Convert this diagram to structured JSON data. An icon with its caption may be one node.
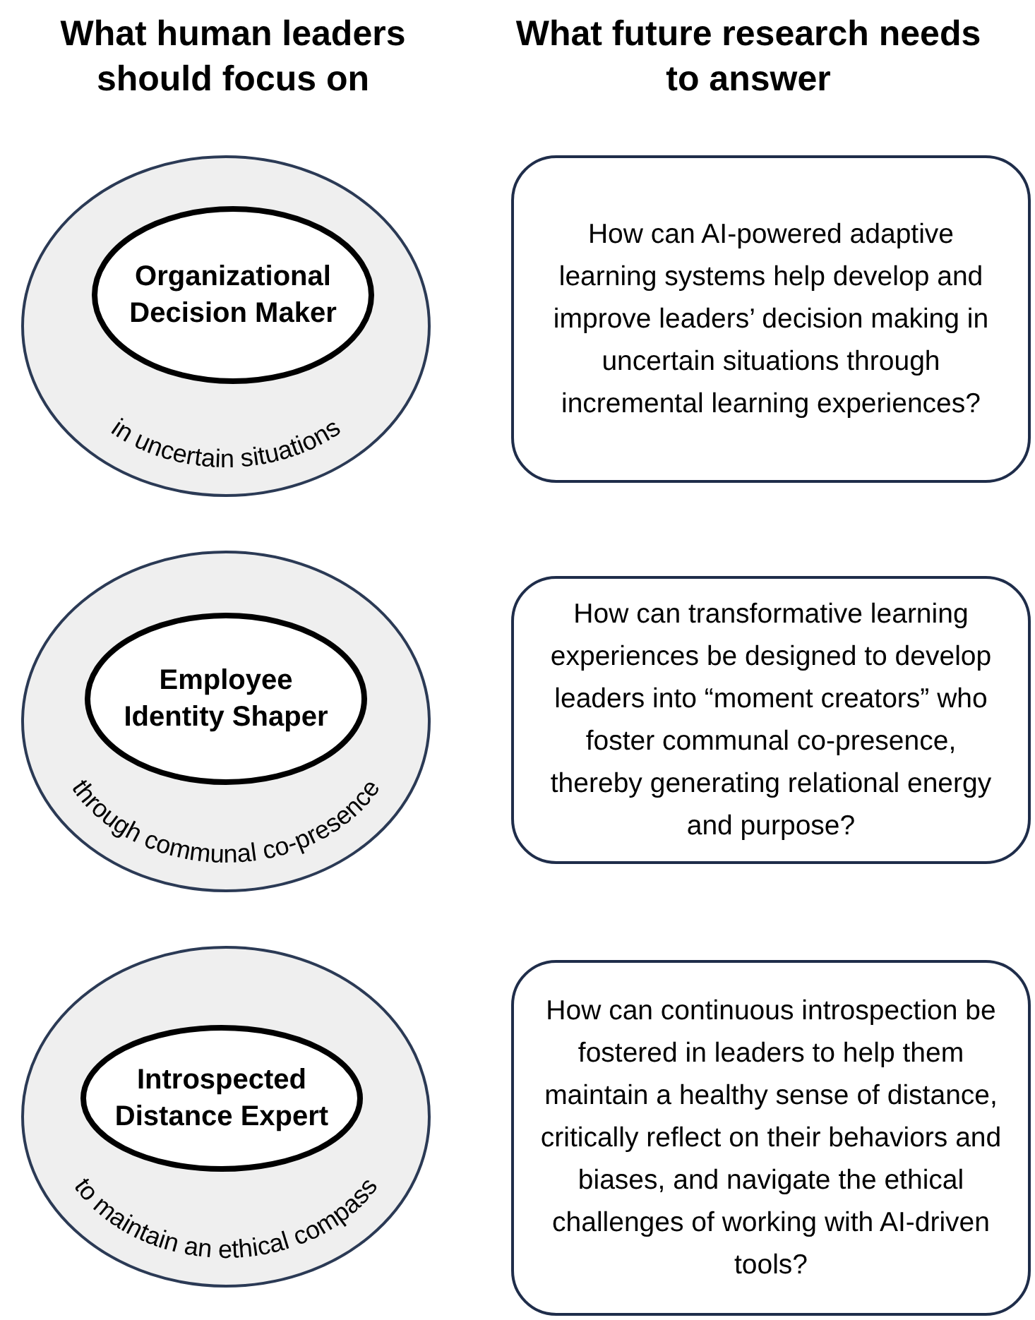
{
  "diagram": {
    "nodes": [
      {
        "text": [
          "in uncertain situations"
        ]
      },
      {
        "text": [
          "Organizational Decision Maker"
        ],
        "in": 0
      },
      {
        "text": [
          "How can AI-powered adaptive learning systems help develop and improve leaders’ decision making in uncertain situations through incremental learning experiences?"
        ]
      },
      {
        "text": [
          "through communal co-presence"
        ]
      },
      {
        "text": [
          "Employee Identity Shaper"
        ],
        "in": 3
      },
      {
        "text": [
          "How can transformative learning experiences be designed to develop leaders into “moment creators” who foster communal co-presence, thereby generating relational energy and purpose?"
        ]
      },
      {
        "text": [
          "to maintain an ethical compass"
        ]
      },
      {
        "text": [
          "Introspected Distance Expert"
        ],
        "in": 6
      },
      {
        "text": [
          "How can continuous introspection be fostered in leaders to help them maintain a healthy sense of distance, critically reflect on their behaviors and biases, and navigate the ethical challenges of working with AI-driven tools?"
        ]
      }
    ],
    "edges": [],
    "labels": [
      "What human leaders should focus on",
      "What future research needs to answer"
    ]
  }
}
